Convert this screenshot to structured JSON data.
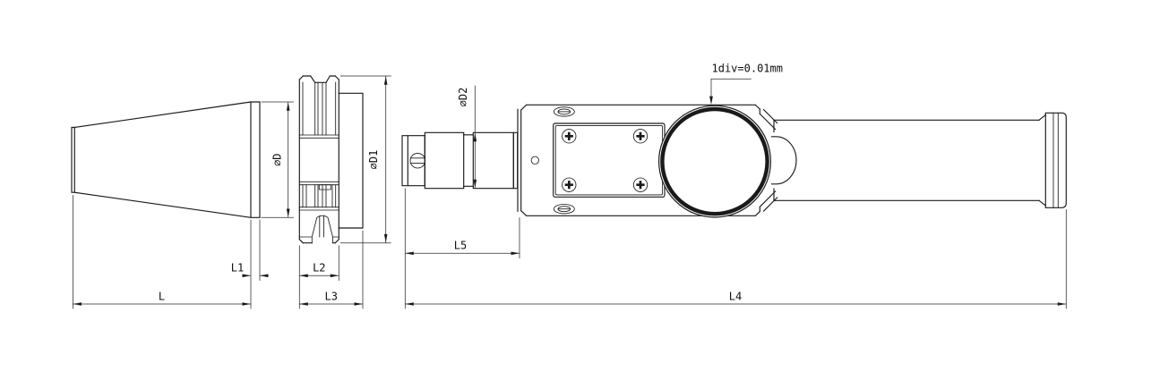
{
  "drawing": {
    "annotation_dial": "1div=0.01mm",
    "labels": {
      "L": "L",
      "L1": "L1",
      "L2": "L2",
      "L3": "L3",
      "L4": "L4",
      "L5": "L5",
      "D": "∅D",
      "D1": "∅D1",
      "D2": "∅D2"
    },
    "colors": {
      "line": "#1a1a1a",
      "background": "#ffffff"
    }
  }
}
